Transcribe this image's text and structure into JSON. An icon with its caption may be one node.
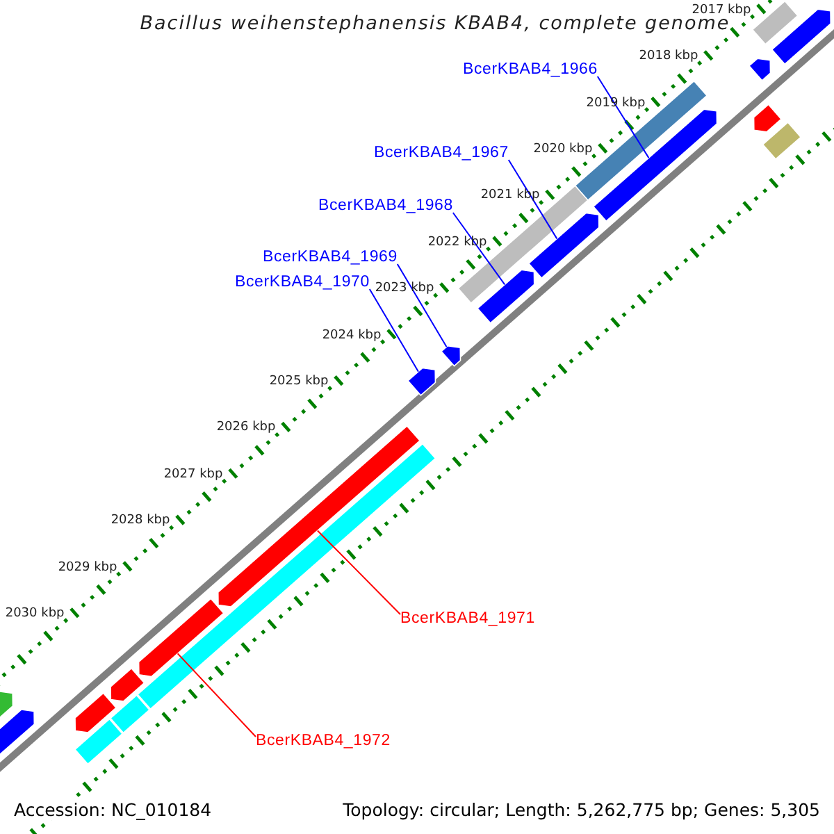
{
  "diagram": {
    "title": "Bacillus weihenstephanensis KBAB4, complete genome",
    "nodes": [
      {
        "text": [
          "BcerKBAB4_1966"
        ]
      },
      {
        "text": [
          "BcerKBAB4_1967"
        ]
      },
      {
        "text": [
          "BcerKBAB4_1968"
        ]
      },
      {
        "text": [
          "BcerKBAB4_1969"
        ]
      },
      {
        "text": [
          "BcerKBAB4_1970"
        ]
      },
      {
        "text": [
          "BcerKBAB4_1971"
        ]
      },
      {
        "text": [
          "BcerKBAB4_1972"
        ]
      },
      {
        "text": [],
        "shape": "arrow"
      },
      {
        "text": [],
        "shape": "arrow"
      },
      {
        "text": [],
        "shape": "arrow"
      },
      {
        "text": [],
        "shape": "arrow"
      },
      {
        "text": [],
        "shape": "arrow"
      },
      {
        "text": [],
        "shape": "arrow"
      },
      {
        "text": [],
        "shape": "arrow"
      },
      {
        "text": [],
        "shape": "bar"
      },
      {
        "text": [],
        "shape": "arrow"
      },
      {
        "text": [],
        "shape": "arrow"
      },
      {
        "text": [],
        "shape": "arrow"
      },
      {
        "text": [],
        "shape": "bar"
      },
      {
        "text": [],
        "shape": "bar"
      },
      {
        "text": [],
        "shape": "bar"
      },
      {
        "text": [],
        "shape": "bar"
      },
      {
        "text": [],
        "shape": "bar"
      },
      {
        "text": [],
        "shape": "arrow"
      },
      {
        "text": [],
        "shape": "bar"
      },
      {
        "text": [],
        "shape": "arrow"
      },
      {
        "text": [],
        "shape": "arrow"
      },
      {
        "text": [],
        "shape": "arrow"
      }
    ],
    "edges": [
      {
        "from": 0,
        "to": 7,
        "arrow": "none"
      },
      {
        "from": 1,
        "to": 8,
        "arrow": "none"
      },
      {
        "from": 2,
        "to": 9,
        "arrow": "none"
      },
      {
        "from": 3,
        "to": 10,
        "arrow": "none"
      },
      {
        "from": 4,
        "to": 11,
        "arrow": "none"
      },
      {
        "from": 5,
        "to": 12,
        "arrow": "none",
        "color": "#ff0000"
      },
      {
        "from": 6,
        "to": 13,
        "arrow": "none",
        "color": "#ff0000"
      }
    ],
    "labels": [
      "2017 kbp",
      "2018 kbp",
      "2019 kbp",
      "2020 kbp",
      "2021 kbp",
      "2022 kbp",
      "2023 kbp",
      "2024 kbp",
      "2025 kbp",
      "2026 kbp",
      "2027 kbp",
      "2028 kbp",
      "2029 kbp",
      "2030 kbp",
      "Accession: NC_010184",
      "Topology: circular; Length: 5,262,775 bp; Genes: 5,305"
    ]
  }
}
